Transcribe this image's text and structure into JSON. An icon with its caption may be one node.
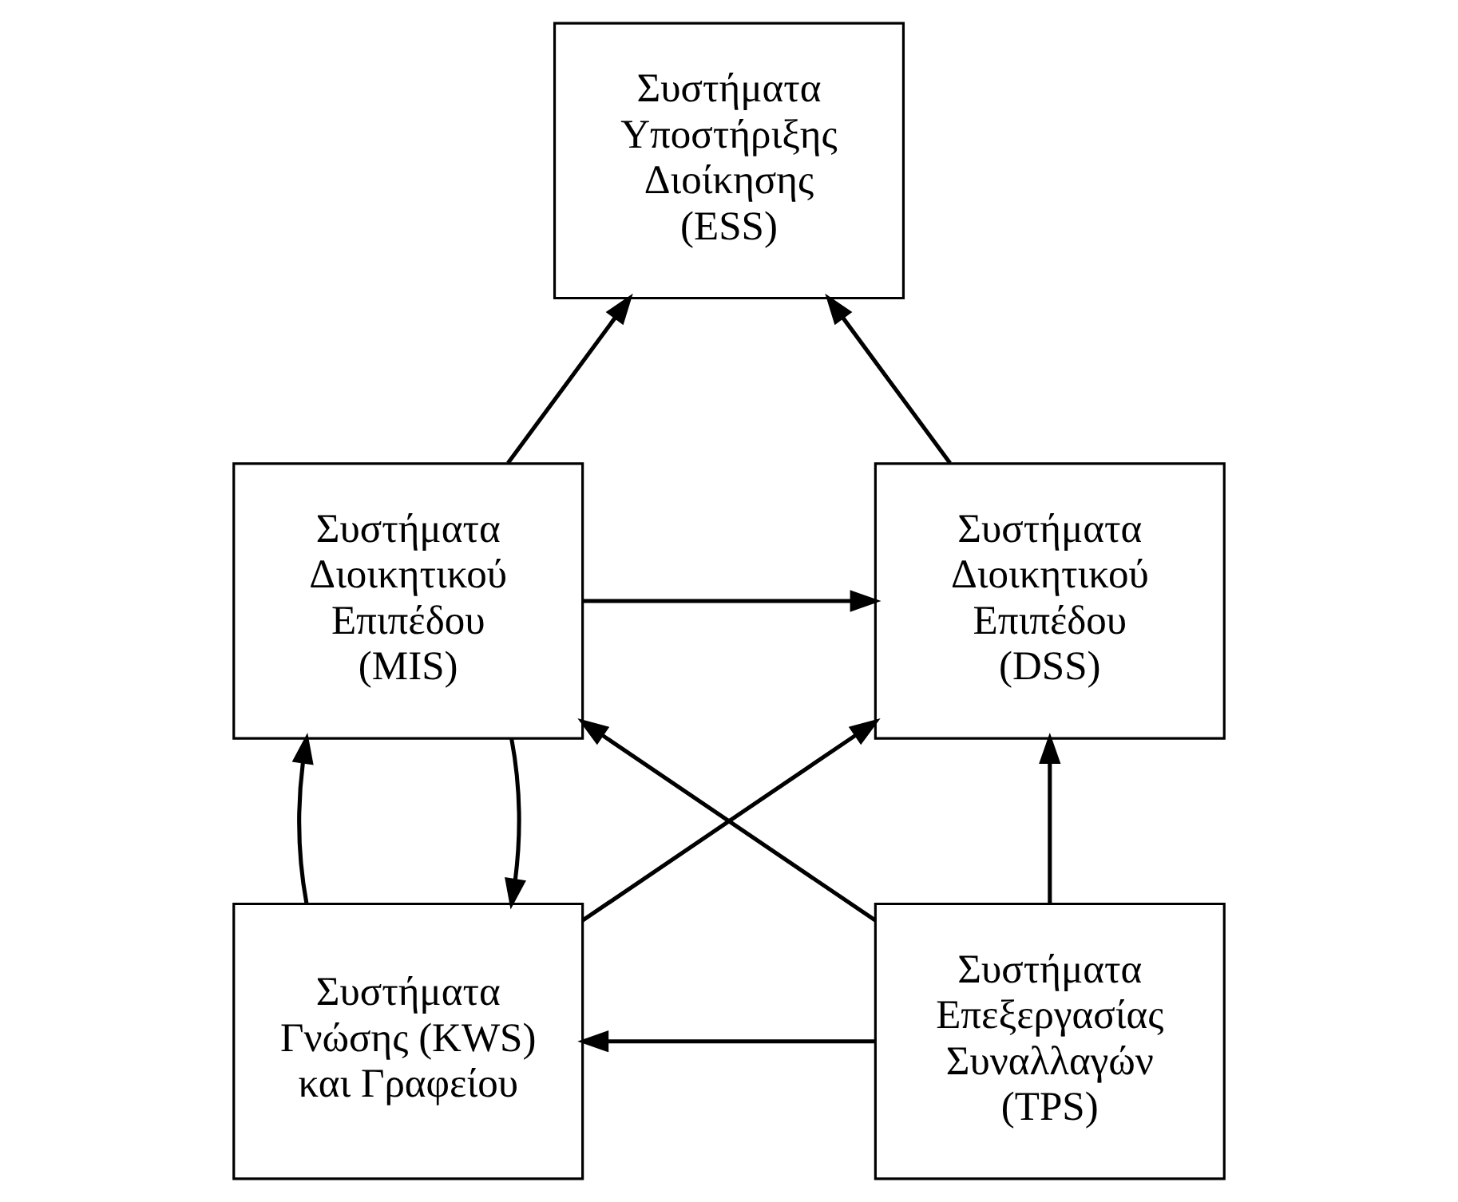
{
  "diagram": {
    "nodes": [
      {
        "text": [
          "Συστήματα Υποστήριξης Διοίκησης (ESS)"
        ]
      },
      {
        "text": [
          "Συστήματα Διοικητικού Επιπέδου (MIS)"
        ]
      },
      {
        "text": [
          "Συστήματα Διοικητικού Επιπέδου (DSS)"
        ]
      },
      {
        "text": [
          "Συστήματα Γνώσης (KWS) και Γραφείου"
        ]
      },
      {
        "text": [
          "Συστήματα Επεξεργασίας Συναλλαγών (TPS)"
        ]
      }
    ],
    "edges": [
      {
        "from": 1,
        "to": 0,
        "arrow": "to"
      },
      {
        "from": 2,
        "to": 0,
        "arrow": "to"
      },
      {
        "from": 1,
        "to": 2,
        "arrow": "to"
      },
      {
        "from": 3,
        "to": 1,
        "arrow": "to"
      },
      {
        "from": 1,
        "to": 3,
        "arrow": "to"
      },
      {
        "from": 4,
        "to": 1,
        "arrow": "to"
      },
      {
        "from": 3,
        "to": 2,
        "arrow": "to"
      },
      {
        "from": 4,
        "to": 2,
        "arrow": "to"
      },
      {
        "from": 4,
        "to": 3,
        "arrow": "to"
      }
    ]
  }
}
